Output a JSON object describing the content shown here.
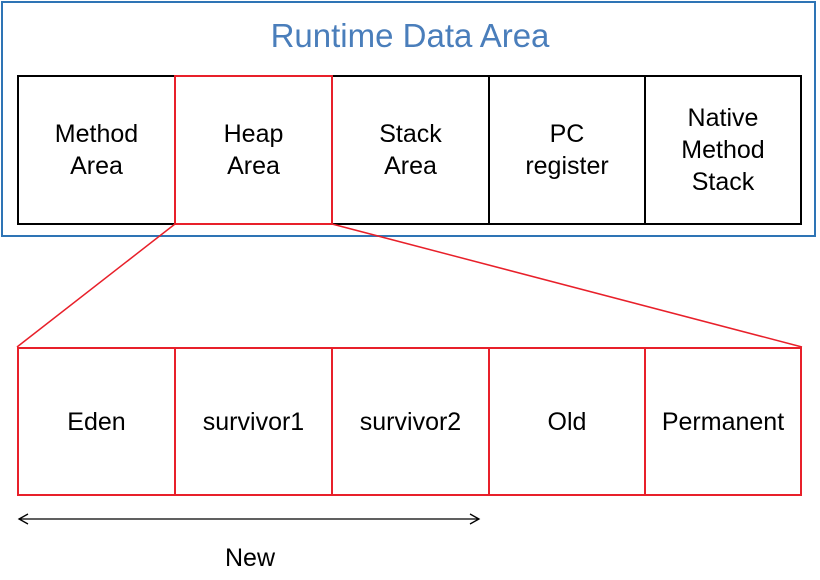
{
  "runtime_area": {
    "title": "Runtime Data Area",
    "regions": [
      {
        "label": "Method\nArea"
      },
      {
        "label": "Heap\nArea",
        "highlighted": true
      },
      {
        "label": "Stack\nArea"
      },
      {
        "label": "PC\nregister"
      },
      {
        "label": "Native\nMethod\nStack"
      }
    ]
  },
  "heap_breakdown": {
    "regions": [
      {
        "label": "Eden"
      },
      {
        "label": "survivor1"
      },
      {
        "label": "survivor2"
      },
      {
        "label": "Old"
      },
      {
        "label": "Permanent"
      }
    ]
  },
  "new_generation": {
    "label": "New"
  },
  "colors": {
    "frame_border": "#2e74b5",
    "title_text": "#4a7ebb",
    "highlight": "#e8202a",
    "cell_border": "#000000"
  }
}
